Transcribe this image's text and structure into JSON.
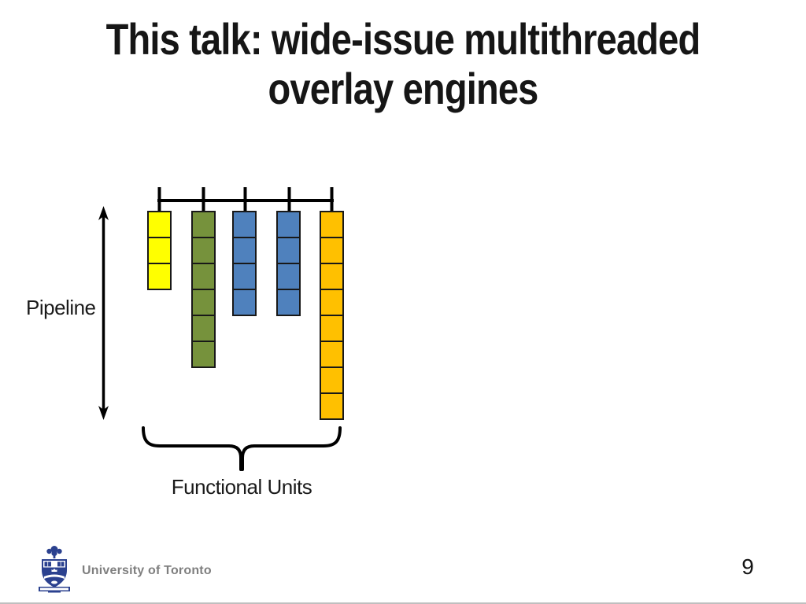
{
  "slide": {
    "title_line1": "This talk: wide-issue multithreaded",
    "title_line2": "overlay engines",
    "page_number": "9"
  },
  "diagram": {
    "pipeline_label": "Pipeline",
    "functional_units_label": "Functional Units",
    "columns": [
      {
        "name": "functional-unit-1",
        "color": "#FFFF00",
        "cells": 3
      },
      {
        "name": "functional-unit-2",
        "color": "#76923C",
        "cells": 6
      },
      {
        "name": "functional-unit-3",
        "color": "#4F81BD",
        "cells": 4
      },
      {
        "name": "functional-unit-4",
        "color": "#4F81BD",
        "cells": 4
      },
      {
        "name": "functional-unit-5",
        "color": "#FFC000",
        "cells": 8
      }
    ],
    "line_color": "#000000"
  },
  "footer": {
    "logo_text": "University of Toronto",
    "logo_color": "#2B418F"
  }
}
